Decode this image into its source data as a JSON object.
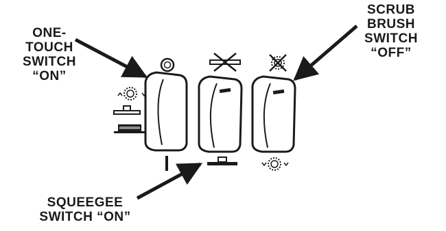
{
  "callouts": {
    "one_touch": {
      "lines": [
        "ONE-",
        "TOUCH",
        "SWITCH",
        "“ON”"
      ]
    },
    "scrub_brush": {
      "lines": [
        "SCRUB",
        "BRUSH",
        "SWITCH",
        "“OFF”"
      ]
    },
    "squeegee": {
      "lines": [
        "SQUEEGEE",
        "SWITCH “ON”"
      ]
    }
  },
  "switches": [
    {
      "id": "one-touch",
      "state": "on"
    },
    {
      "id": "squeegee",
      "state": "on"
    },
    {
      "id": "scrub-brush",
      "state": "off"
    }
  ],
  "icons": [
    "off-circle-icon",
    "on-bar-icon",
    "brush-up-icon",
    "squeegee-icon",
    "brush-motor-icon",
    "squeegee-off-icon",
    "squeegee-down-icon",
    "brush-off-icon",
    "brush-down-icon"
  ],
  "colors": {
    "ink": "#1a1a1a",
    "switch_fill": "#ffffff",
    "background": "#ffffff"
  }
}
